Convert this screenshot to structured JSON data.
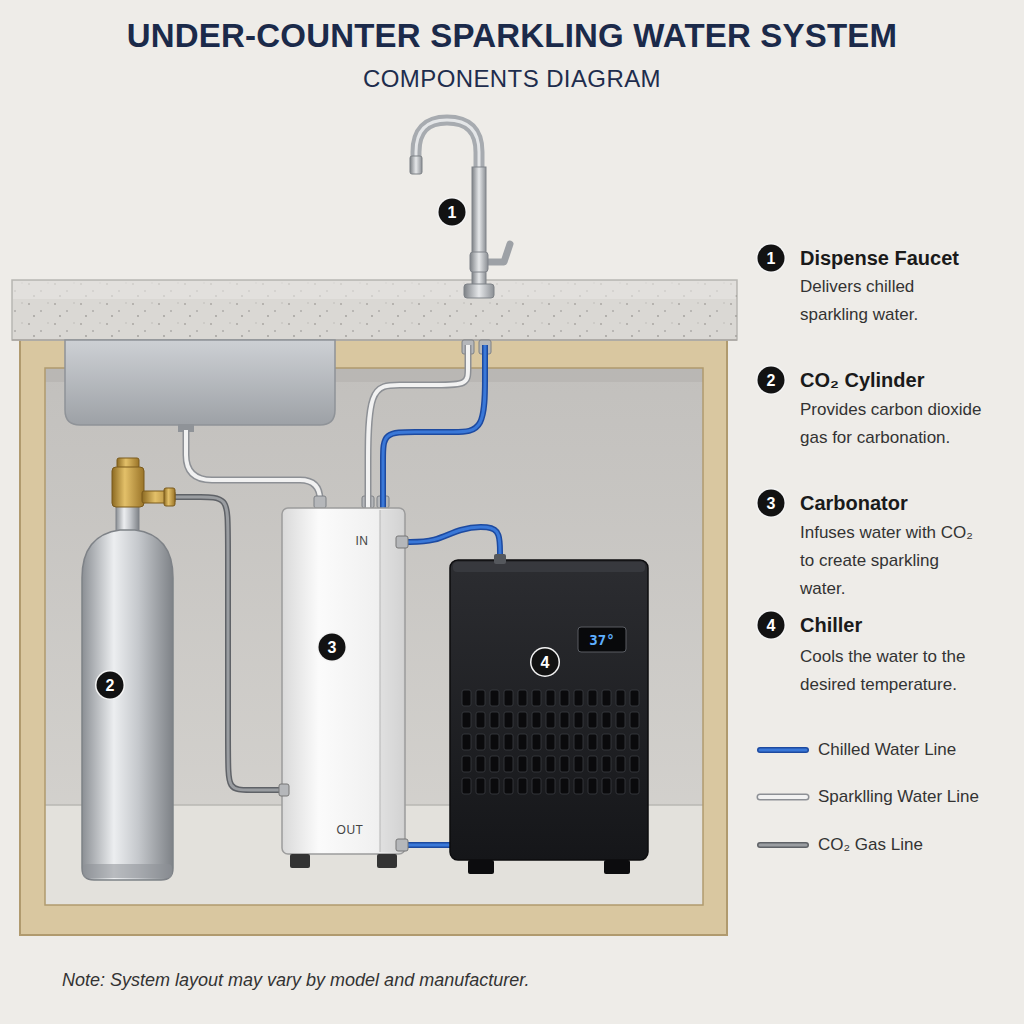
{
  "diagram": {
    "title": "UNDER-COUNTER SPARKLING WATER SYSTEM",
    "caption": "Note: System layout may vary by model and manufacturer.",
    "nodes": [
      {
        "text": [
          "1"
        ]
      },
      {
        "text": [
          "2"
        ]
      },
      {
        "text": [
          "3",
          "IN",
          "OUT"
        ]
      },
      {
        "text": [
          "4",
          "37°"
        ]
      }
    ],
    "edges": [
      {
        "from": 1,
        "to": 2,
        "arrow": "none"
      },
      {
        "from": 2,
        "to": 0,
        "arrow": "none"
      },
      {
        "from": 0,
        "to": 2,
        "arrow": "none"
      },
      {
        "from": 2,
        "to": 3,
        "arrow": "none"
      },
      {
        "from": 3,
        "to": 2,
        "arrow": "none"
      }
    ],
    "labels": [
      "COMPONENTS DIAGRAM",
      "1",
      "Dispense Faucet",
      "Delivers chilled sparkling water.",
      "2",
      "CO₂ Cylinder",
      "Provides carbon dioxide gas for carbonation.",
      "3",
      "Carbonator",
      "Infuses water with CO₂ to create sparkling water.",
      "4",
      "Chiller",
      "Cools the water to the desired temperature."
    ],
    "legend": [
      {
        "text": "Chilled Water Line"
      },
      {
        "text": "Sparklling Water Line"
      },
      {
        "text": "CO₂ Gas Line"
      }
    ]
  }
}
